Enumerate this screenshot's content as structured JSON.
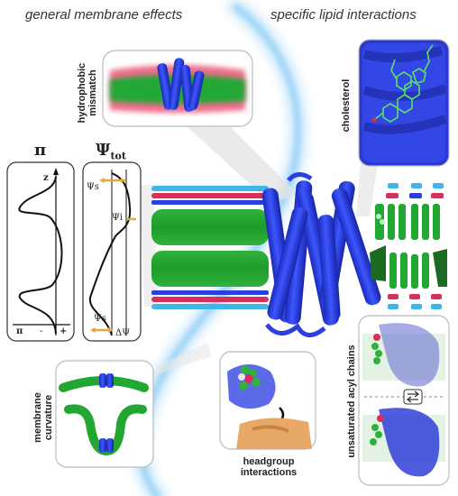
{
  "headers": {
    "left": "general membrane effects",
    "right": "specific lipid interactions"
  },
  "labels": {
    "hydrophobic_mismatch": "hydrophobic mismatch",
    "cholesterol": "cholesterol",
    "membrane_curvature": "membrane curvature",
    "headgroup_interactions": "headgroup interactions",
    "unsaturated_acyl_chains": "unsaturated acyl chains"
  },
  "plot_labels": {
    "pi": "π",
    "psi_tot": "Ψ",
    "psi_tot_sub": "tot",
    "z_axis": "z",
    "pi_axis": "π",
    "minus": "-",
    "plus": "+",
    "psi_s_top": "Ψs",
    "psi_i": "Ψi",
    "psi_s_bottom": "Ψs",
    "delta_psi": "ΔΨ"
  },
  "colors": {
    "protein": "#2b3fe0",
    "lipid_green": "#22a832",
    "lipid_red": "#d6305a",
    "lipid_cyan": "#3fb6ea",
    "halo": "#a9d8f7"
  }
}
